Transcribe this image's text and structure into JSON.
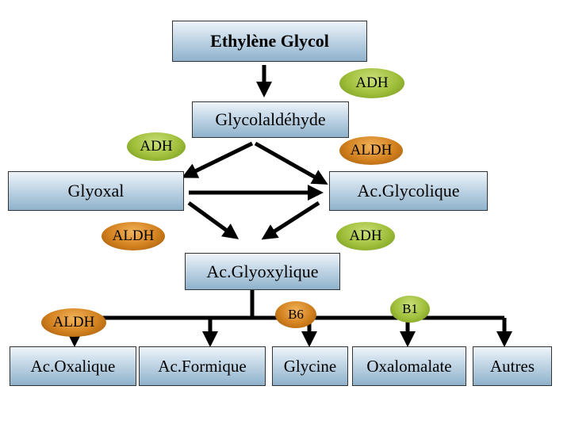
{
  "nodes": {
    "ethylene_glycol": "Ethylène Glycol",
    "glycolaldehyde": "Glycolaldéhyde",
    "glyoxal": "Glyoxal",
    "glycolic_acid": "Ac.Glycolique",
    "glyoxylic_acid": "Ac.Glyoxylique",
    "oxalic_acid": "Ac.Oxalique",
    "formic_acid": "Ac.Formique",
    "glycine": "Glycine",
    "oxalomalate": "Oxalomalate",
    "others": "Autres"
  },
  "enzymes": {
    "adh_top": "ADH",
    "adh_left": "ADH",
    "aldh_right": "ALDH",
    "aldh_mid_left": "ALDH",
    "adh_mid_right": "ADH",
    "aldh_bottom_left": "ALDH",
    "b6": "B6",
    "b1": "B1"
  },
  "colors": {
    "box_gradient_top": "#eef4f9",
    "box_gradient_bottom": "#8fb2cc",
    "adh_green": "#9fbf3a",
    "aldh_orange": "#d2801e",
    "arrow": "#000000"
  }
}
